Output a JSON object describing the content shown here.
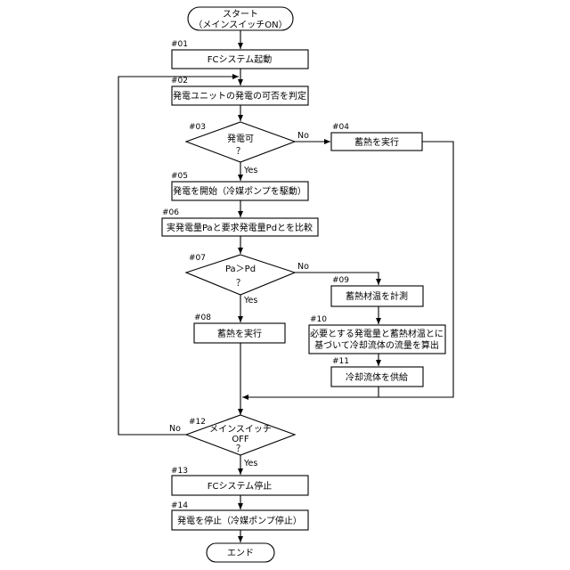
{
  "flowchart": {
    "start": {
      "line1": "スタート",
      "line2": "（メインスイッチON）"
    },
    "end": {
      "label": "エンド"
    },
    "steps": {
      "s01": {
        "id": "#01",
        "label": "FCシステム起動"
      },
      "s02": {
        "id": "#02",
        "label": "発電ユニットの発電の可否を判定"
      },
      "s03": {
        "id": "#03",
        "line1": "発電可",
        "line2": "？"
      },
      "s04": {
        "id": "#04",
        "label": "蓄熱を実行"
      },
      "s05": {
        "id": "#05",
        "label": "発電を開始（冷媒ポンプを駆動）"
      },
      "s06": {
        "id": "#06",
        "label": "実発電量Paと要求発電量Pdとを比較"
      },
      "s07": {
        "id": "#07",
        "line1": "Pa＞Pd",
        "line2": "？"
      },
      "s08": {
        "id": "#08",
        "label": "蓄熱を実行"
      },
      "s09": {
        "id": "#09",
        "label": "蓄熱材温を計測"
      },
      "s10": {
        "id": "#10",
        "line1": "必要とする発電量と蓄熱材温とに",
        "line2": "基づいて冷却流体の流量を算出"
      },
      "s11": {
        "id": "#11",
        "label": "冷却流体を供給"
      },
      "s12": {
        "id": "#12",
        "line1": "メインスイッチ",
        "line2": "OFF",
        "line3": "？"
      },
      "s13": {
        "id": "#13",
        "label": "FCシステム停止"
      },
      "s14": {
        "id": "#14",
        "label": "発電を停止（冷媒ポンプ停止）"
      }
    },
    "edge_labels": {
      "yes": "Yes",
      "no": "No"
    }
  }
}
